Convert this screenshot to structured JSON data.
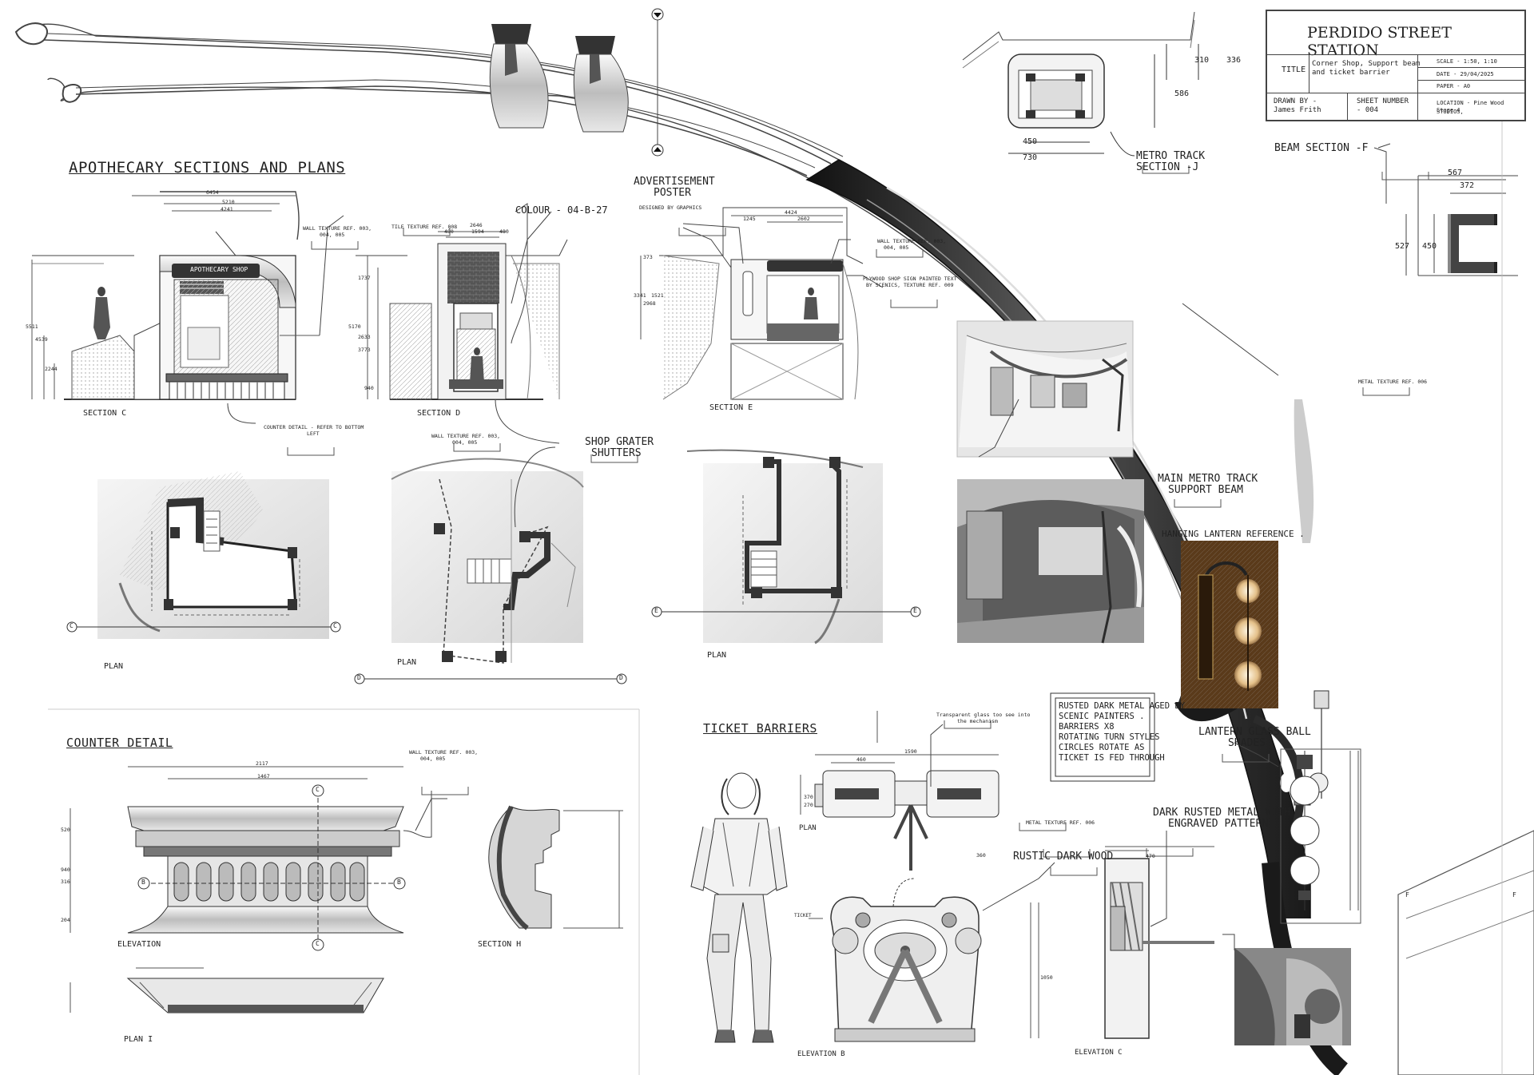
{
  "title_block": {
    "project": "PERDIDO STREET STATION",
    "title_label": "TITLE",
    "title_value_l1": "Corner Shop, Support beam",
    "title_value_l2": "and ticket barrier",
    "scale": "SCALE - 1:50, 1:10",
    "date": "DATE - 29/04/2025",
    "paper": "PAPER - A0",
    "location_l1": "LOCATION - Pine Wood STUDIOS,",
    "location_l2": "Stage 4",
    "drawn_by_l1": "DRAWN BY -",
    "drawn_by_l2": "James Frith",
    "sheet_l1": "SHEET NUMBER",
    "sheet_l2": "- 004"
  },
  "headings": {
    "apothecary": "APOTHECARY SECTIONS AND PLANS",
    "counter": "COUNTER DETAIL",
    "ticket": "TICKET BARRIERS"
  },
  "labels": {
    "section_c": "SECTION C",
    "section_d": "SECTION D",
    "section_e": "SECTION E",
    "section_h": "SECTION H",
    "plan": "PLAN",
    "plan_i": "PLAN I",
    "elevation": "ELEVATION",
    "elevation_b": "ELEVATION B",
    "elevation_c": "ELEVATION C",
    "plan_small": "PLAN",
    "colour": "COLOUR - 04-B-27",
    "advert_l1": "ADVERTISEMENT",
    "advert_l2": "POSTER",
    "advert_note": "DESIGNED BY GRAPHICS",
    "shutters_l1": "SHOP GRATER",
    "shutters_l2": "SHUTTERS",
    "metro_track_l1": "METRO TRACK",
    "metro_track_l2": "SECTION -J",
    "beam_section": "BEAM SECTION -F",
    "main_beam_l1": "MAIN METRO TRACK",
    "main_beam_l2": "SUPPORT BEAM",
    "lantern_ref": "HANGING LANTERN REFERENCE .",
    "lantern_glass_l1": "LANTERN GLASS BALL",
    "lantern_glass_l2": "SHADES",
    "rustic": "RUSTIC DARK WOOD",
    "dark_metal_l1": "DARK RUSTED METAL WITH",
    "dark_metal_l2": "ENGRAVED PATTERN",
    "shop_sign": "APOTHECARY SHOP",
    "ticket_word": "TICKET"
  },
  "notes": {
    "wall_tex_c_l1": "WALL TEXTURE REF. 003,",
    "wall_tex_c_l2": "004, 005",
    "tile_tex": "TILE TEXTURE REF. 008",
    "counter_detail_l1": "COUNTER DETAIL - REFER TO BOTTOM",
    "counter_detail_l2": "LEFT",
    "wall_tex_d_l1": "WALL TEXTURE REF. 003,",
    "wall_tex_d_l2": "004, 005",
    "wall_tex_e_l1": "WALL TEXTURE REF. 003,",
    "wall_tex_e_l2": "004, 005",
    "plywood_l1": "PLYWOOD SHOP SIGN PAINTED TEXT",
    "plywood_l2": "BY SCENICS, TEXTURE REF. 009",
    "metal_tex_beam": "METAL TEXTURE REF. 006",
    "wall_tex_counter_l1": "WALL TEXTURE REF. 003,",
    "wall_tex_counter_l2": "004, 005",
    "glass_l1": "Transparent glass too see into",
    "glass_l2": "the mechanism",
    "metal_tex_ticket": "METAL TEXTURE REF. 006"
  },
  "ticket_bullets": [
    "RUSTED DARK METAL AGED BY",
    "SCENIC PAINTERS .",
    "BARRIERS X8",
    "ROTATING TURN STYLES",
    "CIRCLES ROTATE AS",
    "TICKET IS FED THROUGH"
  ],
  "dimensions": {
    "track_310": "310",
    "track_336": "336",
    "track_586": "586",
    "track_450": "450",
    "track_730": "730",
    "beam_567": "567",
    "beam_372": "372",
    "beam_527": "527",
    "beam_450": "450",
    "sec_c_6454": "6454",
    "sec_c_5210": "5210",
    "sec_c_4241": "4241",
    "sec_c_5511": "5511",
    "sec_c_4539": "4539",
    "sec_c_2244": "2244",
    "sec_d_2646": "2646",
    "sec_d_1594": "1594",
    "sec_d_480a": "480",
    "sec_d_480b": "480",
    "sec_d_1737": "1737",
    "sec_d_5170": "5170",
    "sec_d_2633": "2633",
    "sec_d_3773": "3773",
    "sec_d_940": "940",
    "sec_e_4424": "4424",
    "sec_e_1245": "1245",
    "sec_e_2602": "2602",
    "sec_e_3341": "3341",
    "sec_e_2968": "2968",
    "sec_e_1521": "1521",
    "sec_e_373": "373",
    "cnt_2117": "2117",
    "cnt_1467": "1467",
    "cnt_520": "520",
    "cnt_940": "940",
    "cnt_316": "316",
    "cnt_204": "204",
    "tk_1590": "1590",
    "tk_460": "460",
    "tk_370": "370",
    "tk_360": "360",
    "tk_470": "470",
    "tk_270": "270",
    "tk_1050": "1050"
  },
  "section_markers": [
    "C",
    "C",
    "D",
    "D",
    "E",
    "E",
    "B",
    "B",
    "C",
    "C",
    "F",
    "F"
  ],
  "colors": {
    "ink": "#222222",
    "metal_dark": "#2b2b2b",
    "lantern_bg": "#5a3a1a",
    "lantern_glow": "#e8c38a",
    "render_grey": "#8a8a8a"
  }
}
